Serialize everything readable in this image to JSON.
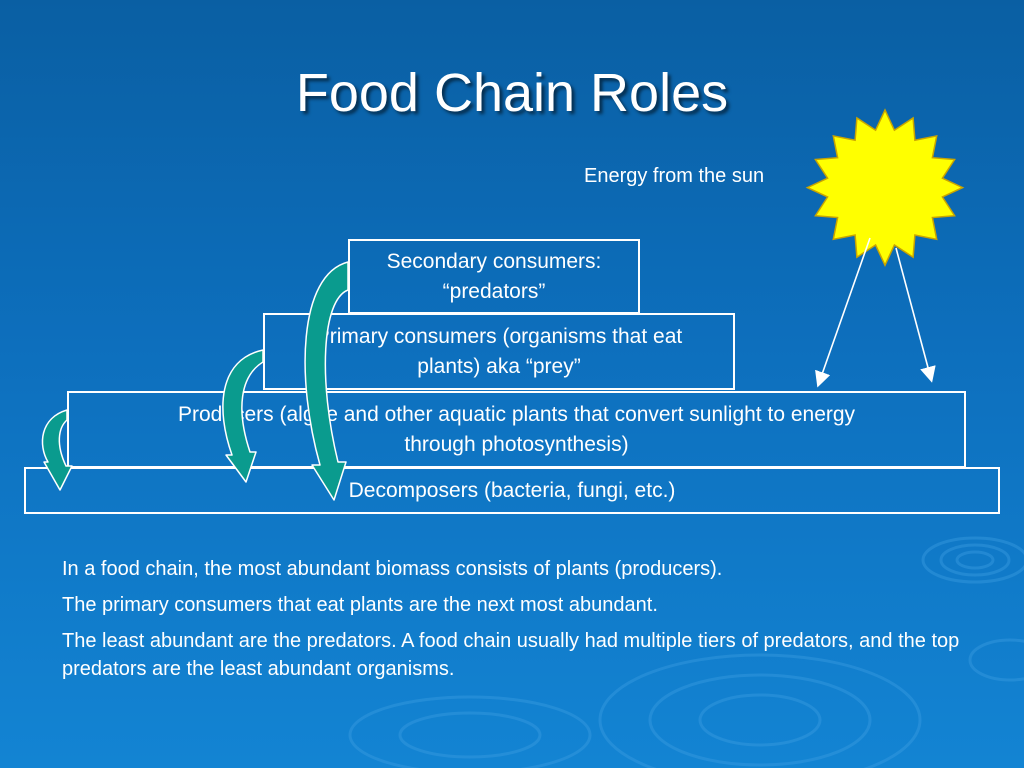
{
  "slide": {
    "title": "Food Chain Roles",
    "sun_label": "Energy from the sun"
  },
  "pyramid": {
    "secondary": {
      "line1": "Secondary consumers:",
      "line2": "“predators”"
    },
    "primary": {
      "line1": "Primary consumers (organisms that eat",
      "line2": "plants) aka “prey”"
    },
    "producers": {
      "line1": "Producers (algae and other aquatic plants that convert sunlight to energy",
      "line2": "through photosynthesis)"
    },
    "decomposers": {
      "label": "Decomposers (bacteria, fungi, etc.)"
    }
  },
  "body": {
    "p1": "In a food chain, the most abundant biomass consists of plants (producers).",
    "p2": "The primary consumers that eat plants are the next most abundant.",
    "p3": "The least abundant are the predators.  A food chain usually had multiple tiers of predators, and the top predators are the least abundant organisms."
  },
  "colors": {
    "background": "#0d6fbd",
    "sun": "#ffff00",
    "arrow": "#0a9b8e",
    "text": "#ffffff"
  },
  "icons": [
    "sun-icon",
    "sunlight-arrow-icon",
    "curved-arrow-icon"
  ]
}
